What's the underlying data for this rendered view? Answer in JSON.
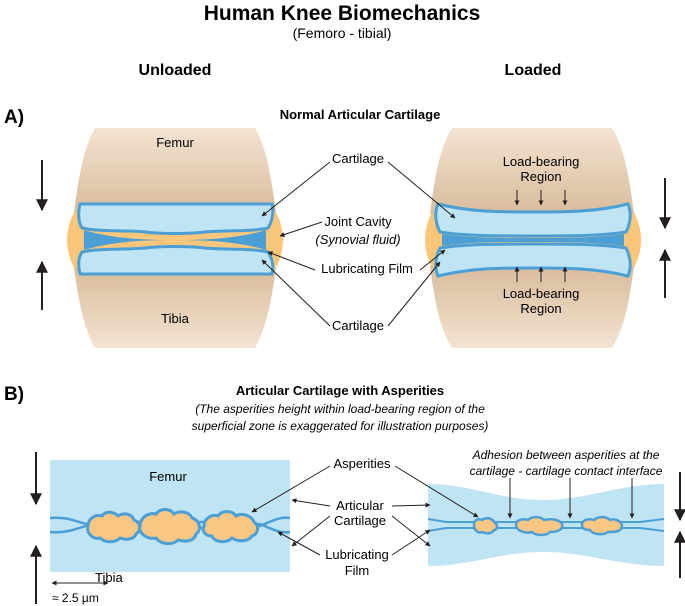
{
  "title": "Human Knee Biomechanics",
  "subtitle": "(Femoro - tibial)",
  "column_headers": {
    "unloaded": "Unloaded",
    "loaded": "Loaded"
  },
  "section_a": {
    "tag": "A)",
    "heading": "Normal Articular Cartilage",
    "femur": "Femur",
    "tibia": "Tibia",
    "cartilage_top": "Cartilage",
    "cartilage_bottom": "Cartilage",
    "joint_cavity": "Joint Cavity",
    "synovial": "(Synovial fluid)",
    "lubricating_film": "Lubricating Film",
    "load_region_top": [
      "Load-bearing",
      "Region"
    ],
    "load_region_bottom": [
      "Load-bearing",
      "Region"
    ]
  },
  "section_b": {
    "tag": "B)",
    "heading": "Articular Cartilage with Asperities",
    "note_line1": "(The asperities height within load-bearing region of the",
    "note_line2": "superficial zone is exaggerated for illustration purposes)",
    "femur": "Femur",
    "tibia": "Tibia",
    "asperities": "Asperities",
    "articular_cartilage": [
      "Articular",
      "Cartilage"
    ],
    "lubricating_film": [
      "Lubricating",
      "Film"
    ],
    "adhesion_line1": "Adhesion between asperities at the",
    "adhesion_line2": "cartilage - cartilage contact interface",
    "scale": "≈ 2.5 µm"
  },
  "colors": {
    "bone": "#e6cdb1",
    "synovial": "#f9c67a",
    "cartilage": "#bfe4f4",
    "film": "#4b9fd5",
    "asperity": "#f8c783",
    "arrow": "#231f20"
  }
}
